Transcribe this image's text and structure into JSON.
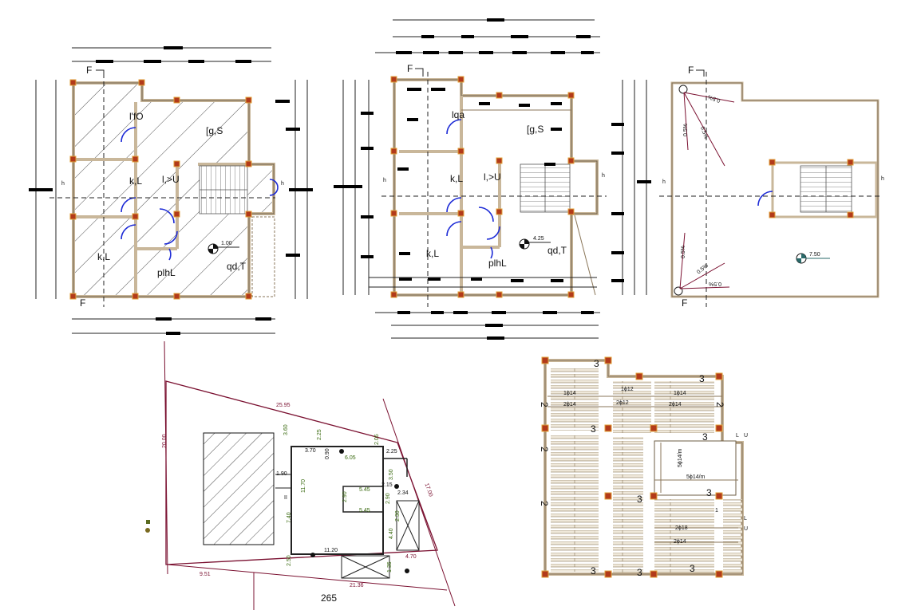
{
  "plan_a": {
    "section_marker": "F",
    "axis_marker": "h",
    "rooms": [
      "l'fO",
      "[g,S",
      "k,L",
      "l,>U",
      "k,L",
      "plhL",
      "qd,T"
    ],
    "level": "1.00"
  },
  "plan_b": {
    "section_marker": "F",
    "axis_marker": "h",
    "rooms": [
      "lqa",
      "[g,S",
      "k,L",
      "l,>U",
      "k,L",
      "plhL",
      "qd,T"
    ],
    "level": "4.25"
  },
  "plan_c": {
    "section_marker": "F",
    "axis_marker": "h",
    "slopes": [
      "0.5%",
      "0.5%",
      "0.5%",
      "0.5%",
      "0.5%",
      "0.5%"
    ],
    "level": "7.50"
  },
  "site": {
    "dims": [
      "25.95",
      "20.00",
      "3.60",
      "2.25",
      "2.05",
      "3.70",
      "0.90",
      "6.05",
      "2.25",
      "1.90",
      "11.70",
      "5.45",
      "3.50",
      "2.15",
      "2.34",
      "17.00",
      "2.90",
      "2.90",
      "5.45",
      "7.40",
      "2.30",
      "11.20",
      "4.40",
      "4.70",
      "1.35",
      "2.50",
      "9.51",
      "21.36"
    ],
    "label_II": "II",
    "area": "265"
  },
  "slab": {
    "labels_3": [
      "3",
      "3",
      "3",
      "3",
      "3",
      "3",
      "3",
      "3",
      "3"
    ],
    "labels_2": [
      "2",
      "2",
      "2",
      "2"
    ],
    "rebar": [
      "1ϕ14",
      "1ϕ12",
      "1ϕ14",
      "2ϕ14",
      "2ϕ12",
      "2ϕ14",
      "5ϕ14/m",
      "5ϕ14/m",
      "2ϕ18",
      "2ϕ14"
    ],
    "marks": [
      "1",
      "U",
      "U",
      "L",
      "L"
    ]
  }
}
